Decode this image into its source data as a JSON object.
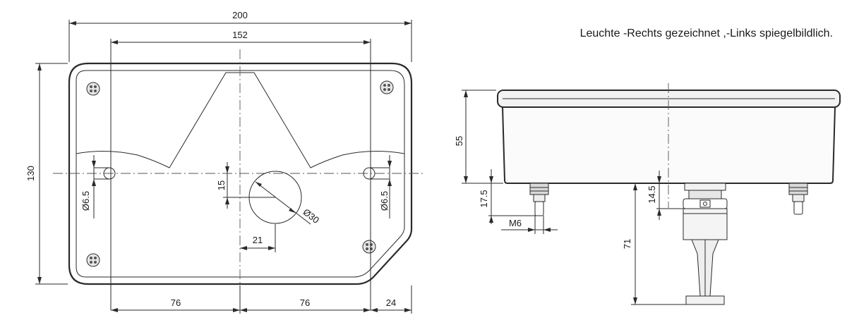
{
  "note": "Leuchte -Rechts gezeichnet ,-Links spiegelbildlich.",
  "dimensions": {
    "width_total": "200",
    "width_inner": "152",
    "height_total": "130",
    "left_76": "76",
    "right_76": "76",
    "right_24": "24",
    "hole_left": "Ø6.5",
    "hole_right": "Ø6.5",
    "offset_15": "15",
    "offset_21": "21",
    "center_hole": "Ø30",
    "depth_55": "55",
    "stud_17_5": "17.5",
    "thread_m6": "M6",
    "depth_14_5": "14.5",
    "plug_71": "71"
  },
  "colors": {
    "line": "#2a2a2a",
    "fill_light": "#f2f2f2",
    "fill_mid": "#d9d9d9"
  }
}
